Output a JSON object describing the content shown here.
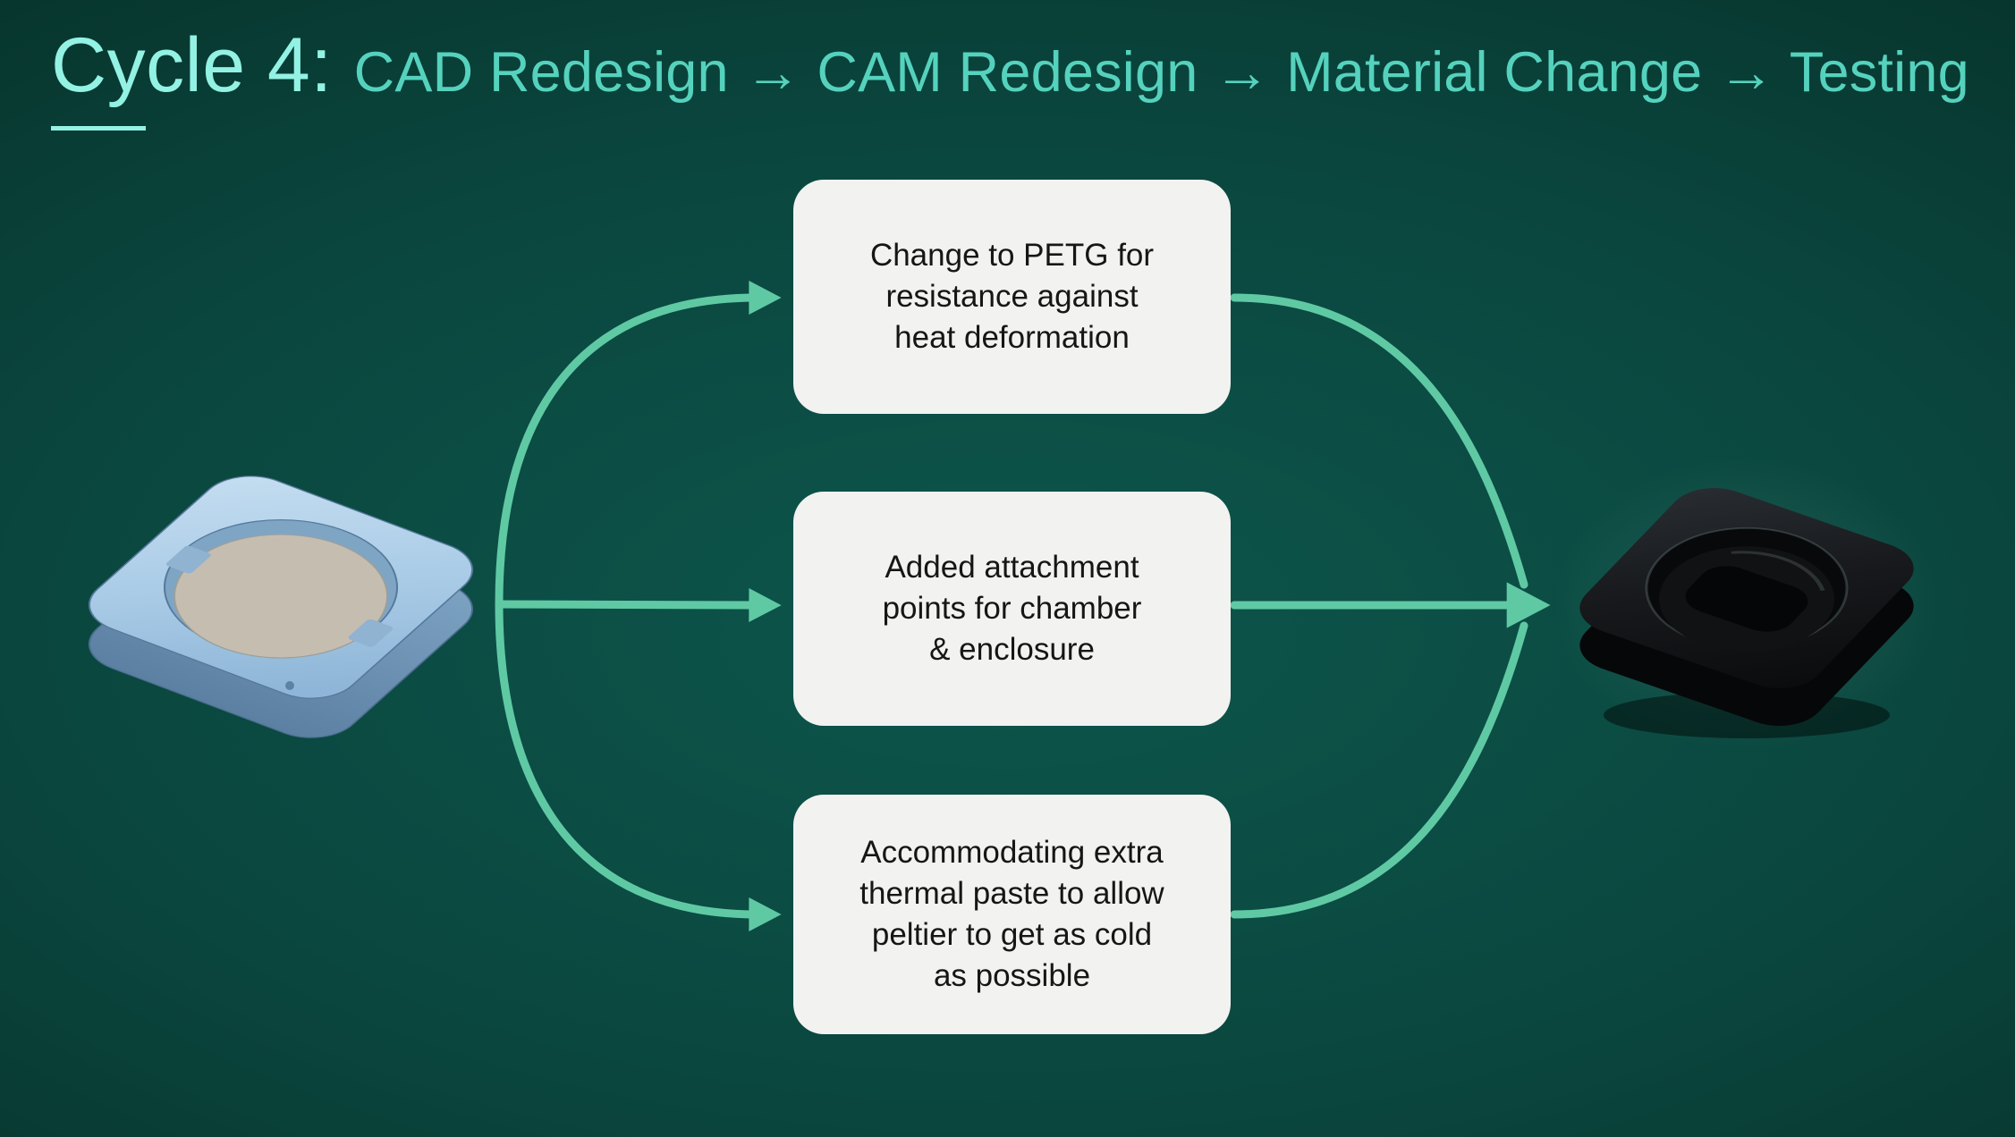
{
  "slide": {
    "title": {
      "highlight": "Cycle 4:",
      "rest": "CAD Redesign → CAM Redesign → Material Change → Testing"
    },
    "boxes": [
      {
        "text": "Change to PETG for\nresistance against\nheat deformation"
      },
      {
        "text": "Added attachment\npoints for chamber\n& enclosure"
      },
      {
        "text": "Accommodating extra\nthermal paste to allow\npeltier to get as cold\nas possible"
      }
    ],
    "images": {
      "left": "cad-model-render-blue-plate",
      "right": "printed-black-petg-plate-photo"
    },
    "colors": {
      "title_highlight": "#93F2E3",
      "title_rest": "#55D2BD",
      "arrow": "#5FC9A4",
      "box_background": "#F2F2F0",
      "box_text": "#161616",
      "background_center": "#0D564C",
      "background_edge": "#02130F"
    }
  }
}
